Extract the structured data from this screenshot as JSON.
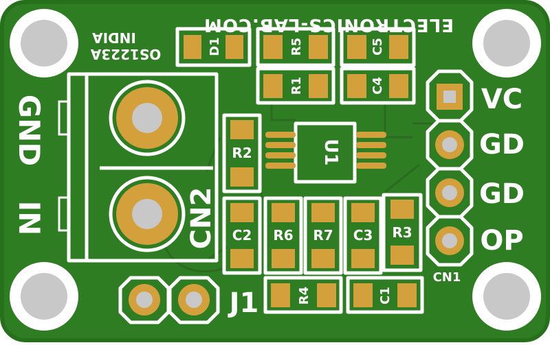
{
  "board": {
    "website": "ELECTRONICS-LAB.COM",
    "part_number": "OS1223A",
    "country": "INDIA",
    "colors": {
      "board": "#2e7d22",
      "board_edge": "#26701b",
      "silkscreen": "#ffffff",
      "copper": "#d4a03c",
      "hole": "#c8c8c8"
    }
  },
  "connectors": {
    "cn1": {
      "ref": "CN1",
      "pins": [
        {
          "label": "VC"
        },
        {
          "label": "GD"
        },
        {
          "label": "GD"
        },
        {
          "label": "OP"
        }
      ]
    },
    "cn2": {
      "ref": "CN2",
      "labels": [
        "GND",
        "IN"
      ]
    },
    "j1": {
      "ref": "J1"
    }
  },
  "components": {
    "d1": "D1",
    "r1": "R1",
    "r2": "R2",
    "r3": "R3",
    "r4": "R4",
    "r5": "R5",
    "r6": "R6",
    "r7": "R7",
    "c1": "C1",
    "c2": "C2",
    "c3": "C3",
    "c4": "C4",
    "c5": "C5",
    "u1": "U1"
  }
}
